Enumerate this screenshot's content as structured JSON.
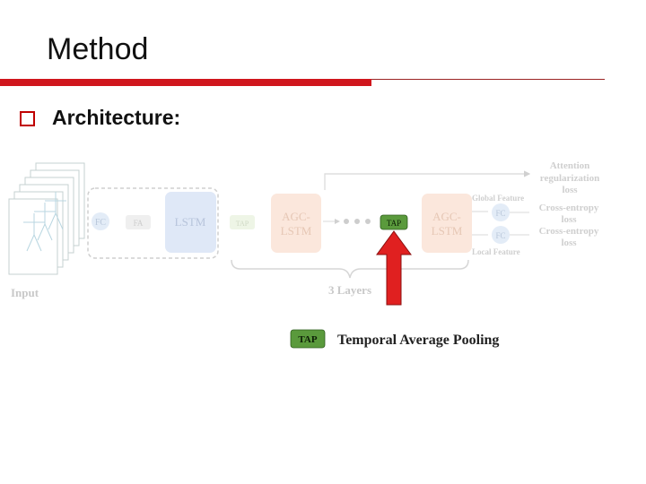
{
  "slide": {
    "title": "Method",
    "bullet": "Architecture:"
  },
  "diagram": {
    "input_label": "Input",
    "fc_label": "FC",
    "fa_label": "FA",
    "lstm_label": "LSTM",
    "tap_label": "TAP",
    "agc_lstm_line1": "AGC-",
    "agc_lstm_line2": "LSTM",
    "layers_label": "3 Layers",
    "global_feature": "Global Feature",
    "local_feature": "Local Feature",
    "attention_loss_line1": "Attention",
    "attention_loss_line2": "regularization",
    "attention_loss_line3": "loss",
    "ce_loss_line1": "Cross-entropy",
    "ce_loss_line2": "loss",
    "legend_tap": "TAP",
    "legend_text": "Temporal Average Pooling"
  },
  "colors": {
    "accent_red": "#d0161d",
    "tap_green": "#5a9a3c",
    "arrow_red": "#e02020"
  }
}
